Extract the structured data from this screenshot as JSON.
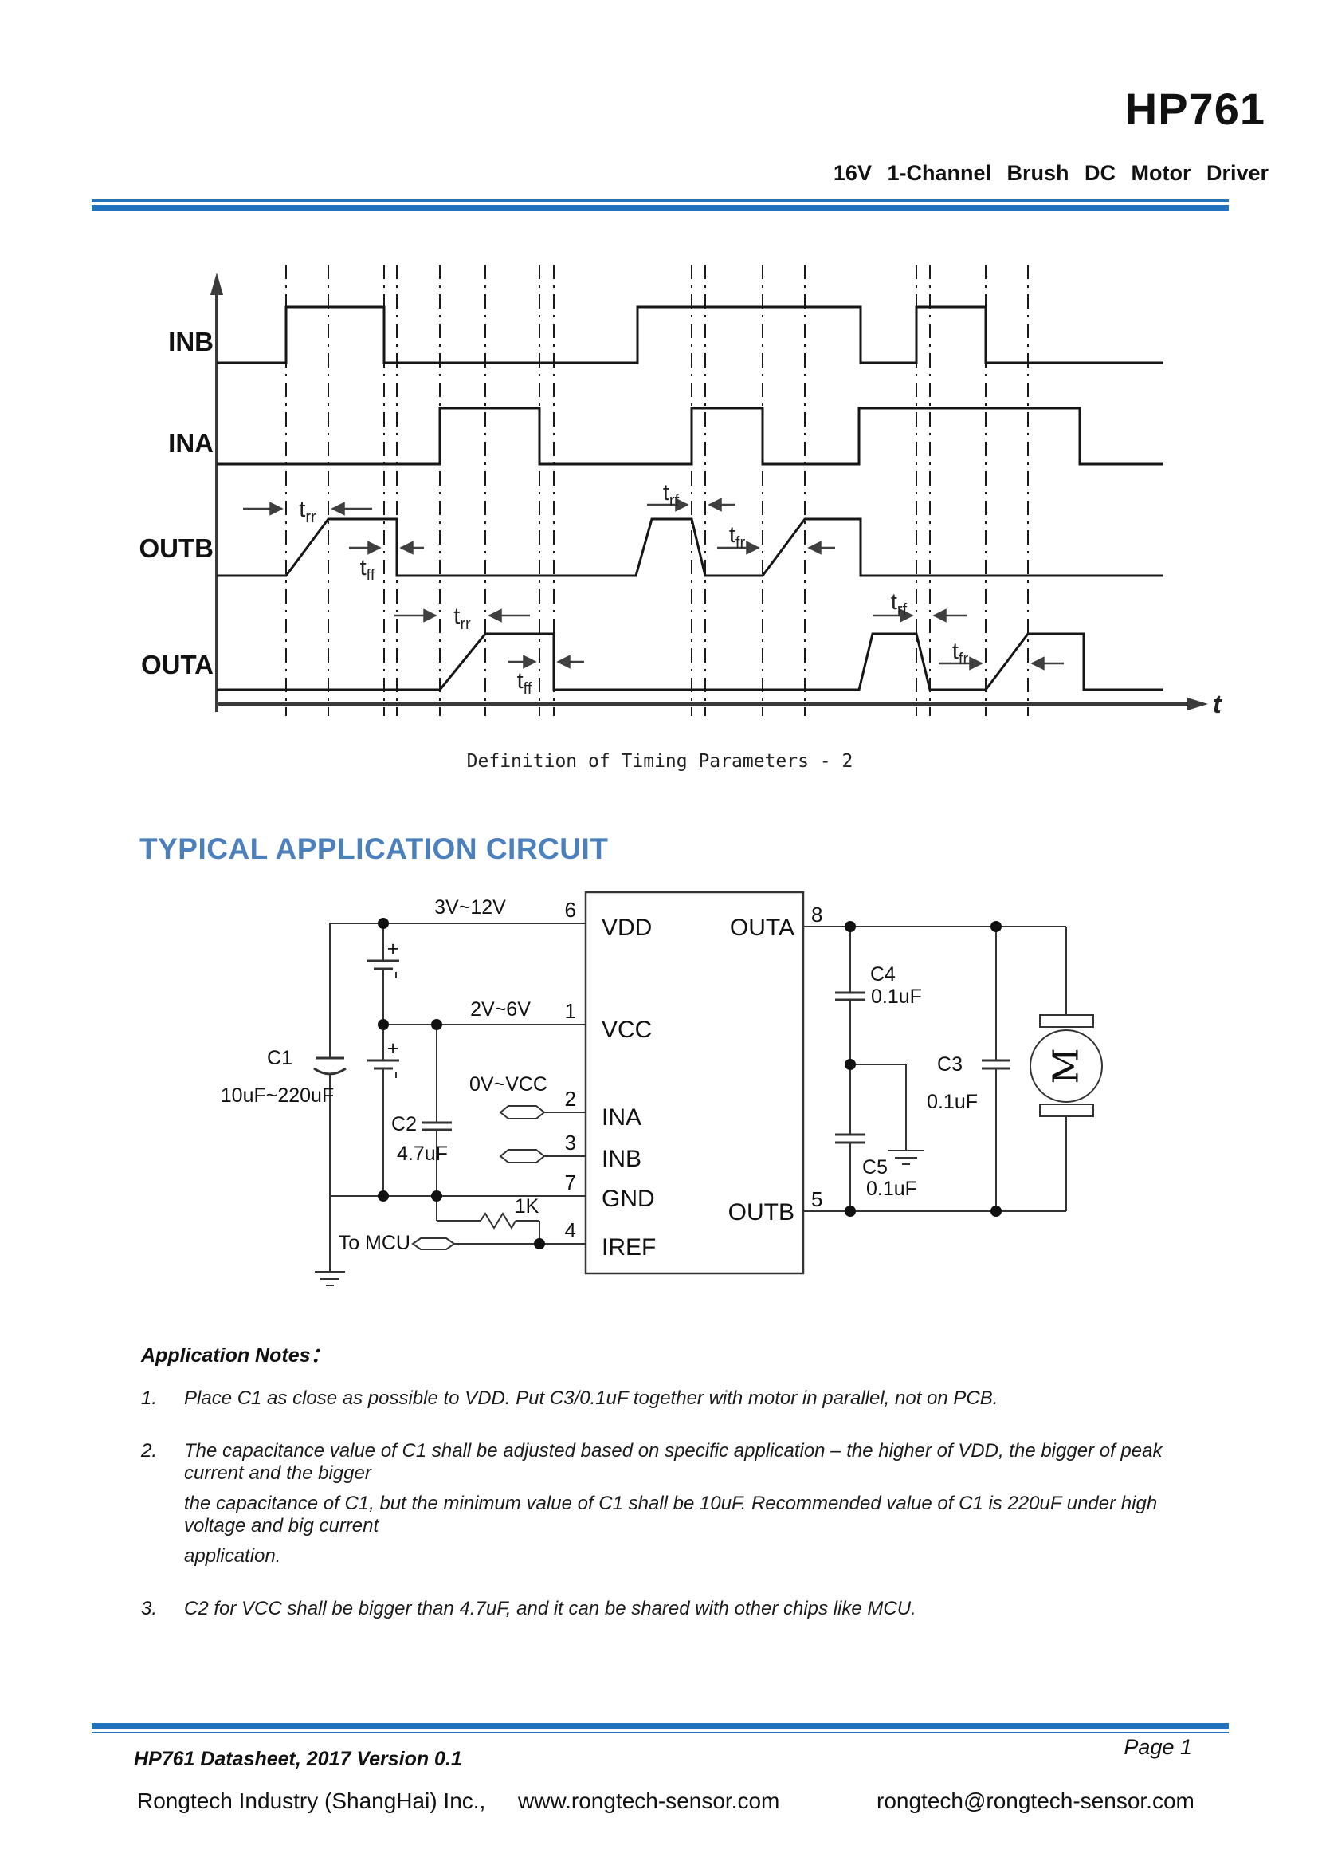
{
  "colors": {
    "rule_blue": "#2173bd",
    "heading_blue": "#4b80bd"
  },
  "header": {
    "title": "HP761",
    "subtitle": "16V 1-Channel Brush DC Motor Driver"
  },
  "timing": {
    "signals": [
      "INB",
      "INA",
      "OUTB",
      "OUTA"
    ],
    "sub_t": "t",
    "sub_rr": "rr",
    "sub_ff": "ff",
    "sub_rf": "rf",
    "sub_fr": "fr",
    "axis_label": "t",
    "caption": "Definition of Timing Parameters - 2"
  },
  "section_heading": "TYPICAL APPLICATION CIRCUIT",
  "circuit": {
    "pins_left": [
      {
        "num": "6",
        "name": "VDD"
      },
      {
        "num": "1",
        "name": "VCC"
      },
      {
        "num": "2",
        "name": "INA"
      },
      {
        "num": "3",
        "name": "INB"
      },
      {
        "num": "7",
        "name": "GND"
      },
      {
        "num": "4",
        "name": "IREF"
      }
    ],
    "pins_right": [
      {
        "num": "8",
        "name": "OUTA"
      },
      {
        "num": "5",
        "name": "OUTB"
      }
    ],
    "vdd_range": "3V~12V",
    "vcc_range": "2V~6V",
    "in_range": "0V~VCC",
    "to_mcu": "To MCU",
    "r1_value": "1K",
    "c1": "C1",
    "c1_value": "10uF~220uF",
    "c2": "C2",
    "c2_value": "4.7uF",
    "c3": "C3",
    "c3_value": "0.1uF",
    "c4": "C4",
    "c4_value": "0.1uF",
    "c5": "C5",
    "c5_value": "0.1uF",
    "motor": "M",
    "plus": "+"
  },
  "notes": {
    "heading": "Application Notes：",
    "items": [
      {
        "num": "1.",
        "lines": [
          "Place C1 as close as possible to VDD. Put C3/0.1uF together with motor in parallel, not on PCB."
        ]
      },
      {
        "num": "2.",
        "lines": [
          "The capacitance value of C1 shall be adjusted based on specific application – the higher of VDD, the bigger of peak current and the bigger",
          "the capacitance of C1, but the minimum value of C1 shall be 10uF. Recommended value of C1 is 220uF under high voltage and big current",
          "application."
        ]
      },
      {
        "num": "3.",
        "lines": [
          "C2 for VCC shall be bigger than 4.7uF, and it can be shared with other chips like MCU."
        ]
      }
    ]
  },
  "footer": {
    "version": "HP761 Datasheet, 2017 Version 0.1",
    "page": "Page 1",
    "company": "Rongtech Industry (ShangHai) Inc.,",
    "website": "www.rongtech-sensor.com",
    "email": "rongtech@rongtech-sensor.com"
  }
}
